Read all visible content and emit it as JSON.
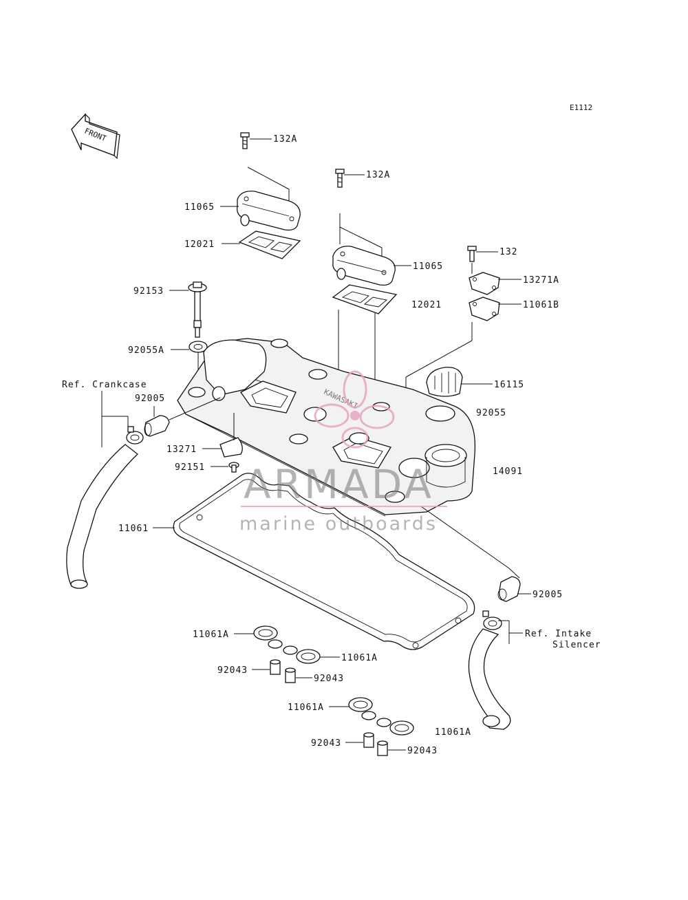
{
  "diagram_code": "E1112",
  "front_arrow": {
    "text": "FRONT",
    "icon": "front-arrow-icon"
  },
  "watermark": {
    "brand": "ARMADA",
    "tagline": "marine outboards",
    "accent_color": "#e8a0c0",
    "icon": "flower-logo-icon"
  },
  "references": {
    "crankcase": "Ref. Crankcase",
    "intake_line1": "Ref. Intake",
    "intake_line2": "Silencer"
  },
  "parts": {
    "p132A_top": "132A",
    "p132A_mid": "132A",
    "p132": "132",
    "p11065_left": "11065",
    "p11065_right": "11065",
    "p12021_left": "12021",
    "p12021_right": "12021",
    "p13271A": "13271A",
    "p11061B": "11061B",
    "p92153": "92153",
    "p92055A": "92055A",
    "p16115": "16115",
    "p92055": "92055",
    "p92005_left": "92005",
    "p92005_right": "92005",
    "p13271": "13271",
    "p92151": "92151",
    "p14091": "14091",
    "p11061": "11061",
    "p11061A_1": "11061A",
    "p11061A_2": "11061A",
    "p11061A_3": "11061A",
    "p11061A_4": "11061A",
    "p92043_1": "92043",
    "p92043_2": "92043",
    "p92043_3": "92043",
    "p92043_4": "92043"
  }
}
